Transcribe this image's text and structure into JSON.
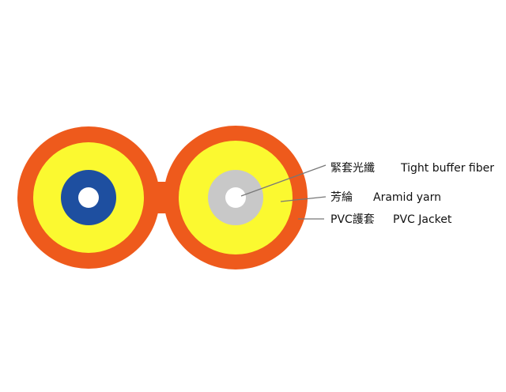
{
  "colors": {
    "jacket": "#ee5a1c",
    "aramid": "#fbf930",
    "tight_buffer_left": "#1e4fa0",
    "tight_buffer_right": "#c8c8c8",
    "core": "#ffffff",
    "leader": "#777777"
  },
  "labels": [
    {
      "zh": "緊套光纖",
      "en": "Tight buffer fiber"
    },
    {
      "zh": "芳綸",
      "en": "Aramid yarn"
    },
    {
      "zh": "PVC護套",
      "en": "PVC Jacket"
    }
  ]
}
